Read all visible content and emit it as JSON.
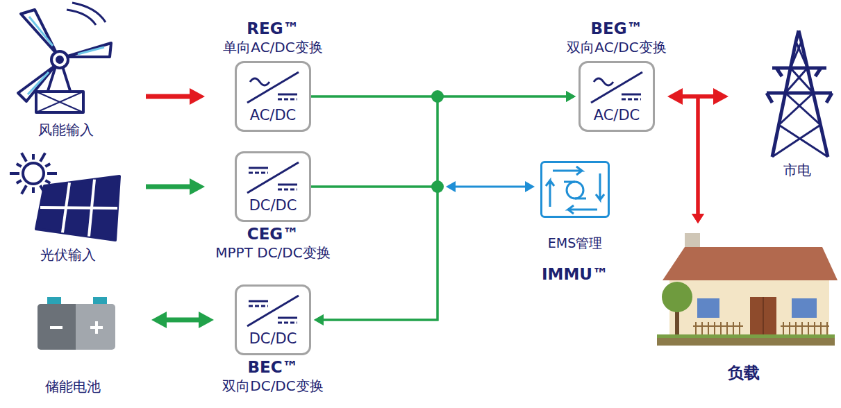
{
  "diagram": {
    "nodes": [
      {
        "text": [
          "风能输入"
        ]
      },
      {
        "text": [
          "REG™",
          "单向AC/DC变换",
          "AC/DC"
        ]
      },
      {
        "text": [
          "BEG™",
          "双向AC/DC变换",
          "AC/DC"
        ]
      },
      {
        "text": [
          "市电"
        ]
      },
      {
        "text": [
          "光伏输入"
        ]
      },
      {
        "text": [
          "DC/DC",
          "CEG™",
          "MPPT DC/DC变换"
        ]
      },
      {
        "text": [
          "EMS管理",
          "IMMU™"
        ]
      },
      {
        "text": [
          "负载"
        ]
      },
      {
        "text": [
          "储能电池"
        ]
      },
      {
        "text": [
          "DC/DC",
          "BEC™",
          "双向DC/DC变换"
        ]
      }
    ],
    "edges": [
      {
        "from": 0,
        "to": 1,
        "arrow": "to"
      },
      {
        "from": 4,
        "to": 5,
        "arrow": "to"
      },
      {
        "from": 8,
        "to": 9,
        "arrow": "both"
      },
      {
        "from": 1,
        "to": 2,
        "arrow": "to"
      },
      {
        "from": 5,
        "to": 2,
        "arrow": "to"
      },
      {
        "from": 1,
        "to": 9,
        "arrow": "to"
      },
      {
        "from": 5,
        "to": 9,
        "arrow": "to"
      },
      {
        "from": 6,
        "to": 5,
        "arrow": "both"
      },
      {
        "from": 2,
        "to": 3,
        "arrow": "both"
      },
      {
        "from": 2,
        "to": 7,
        "arrow": "to"
      },
      {
        "from": 3,
        "to": 7,
        "arrow": "to"
      }
    ]
  }
}
